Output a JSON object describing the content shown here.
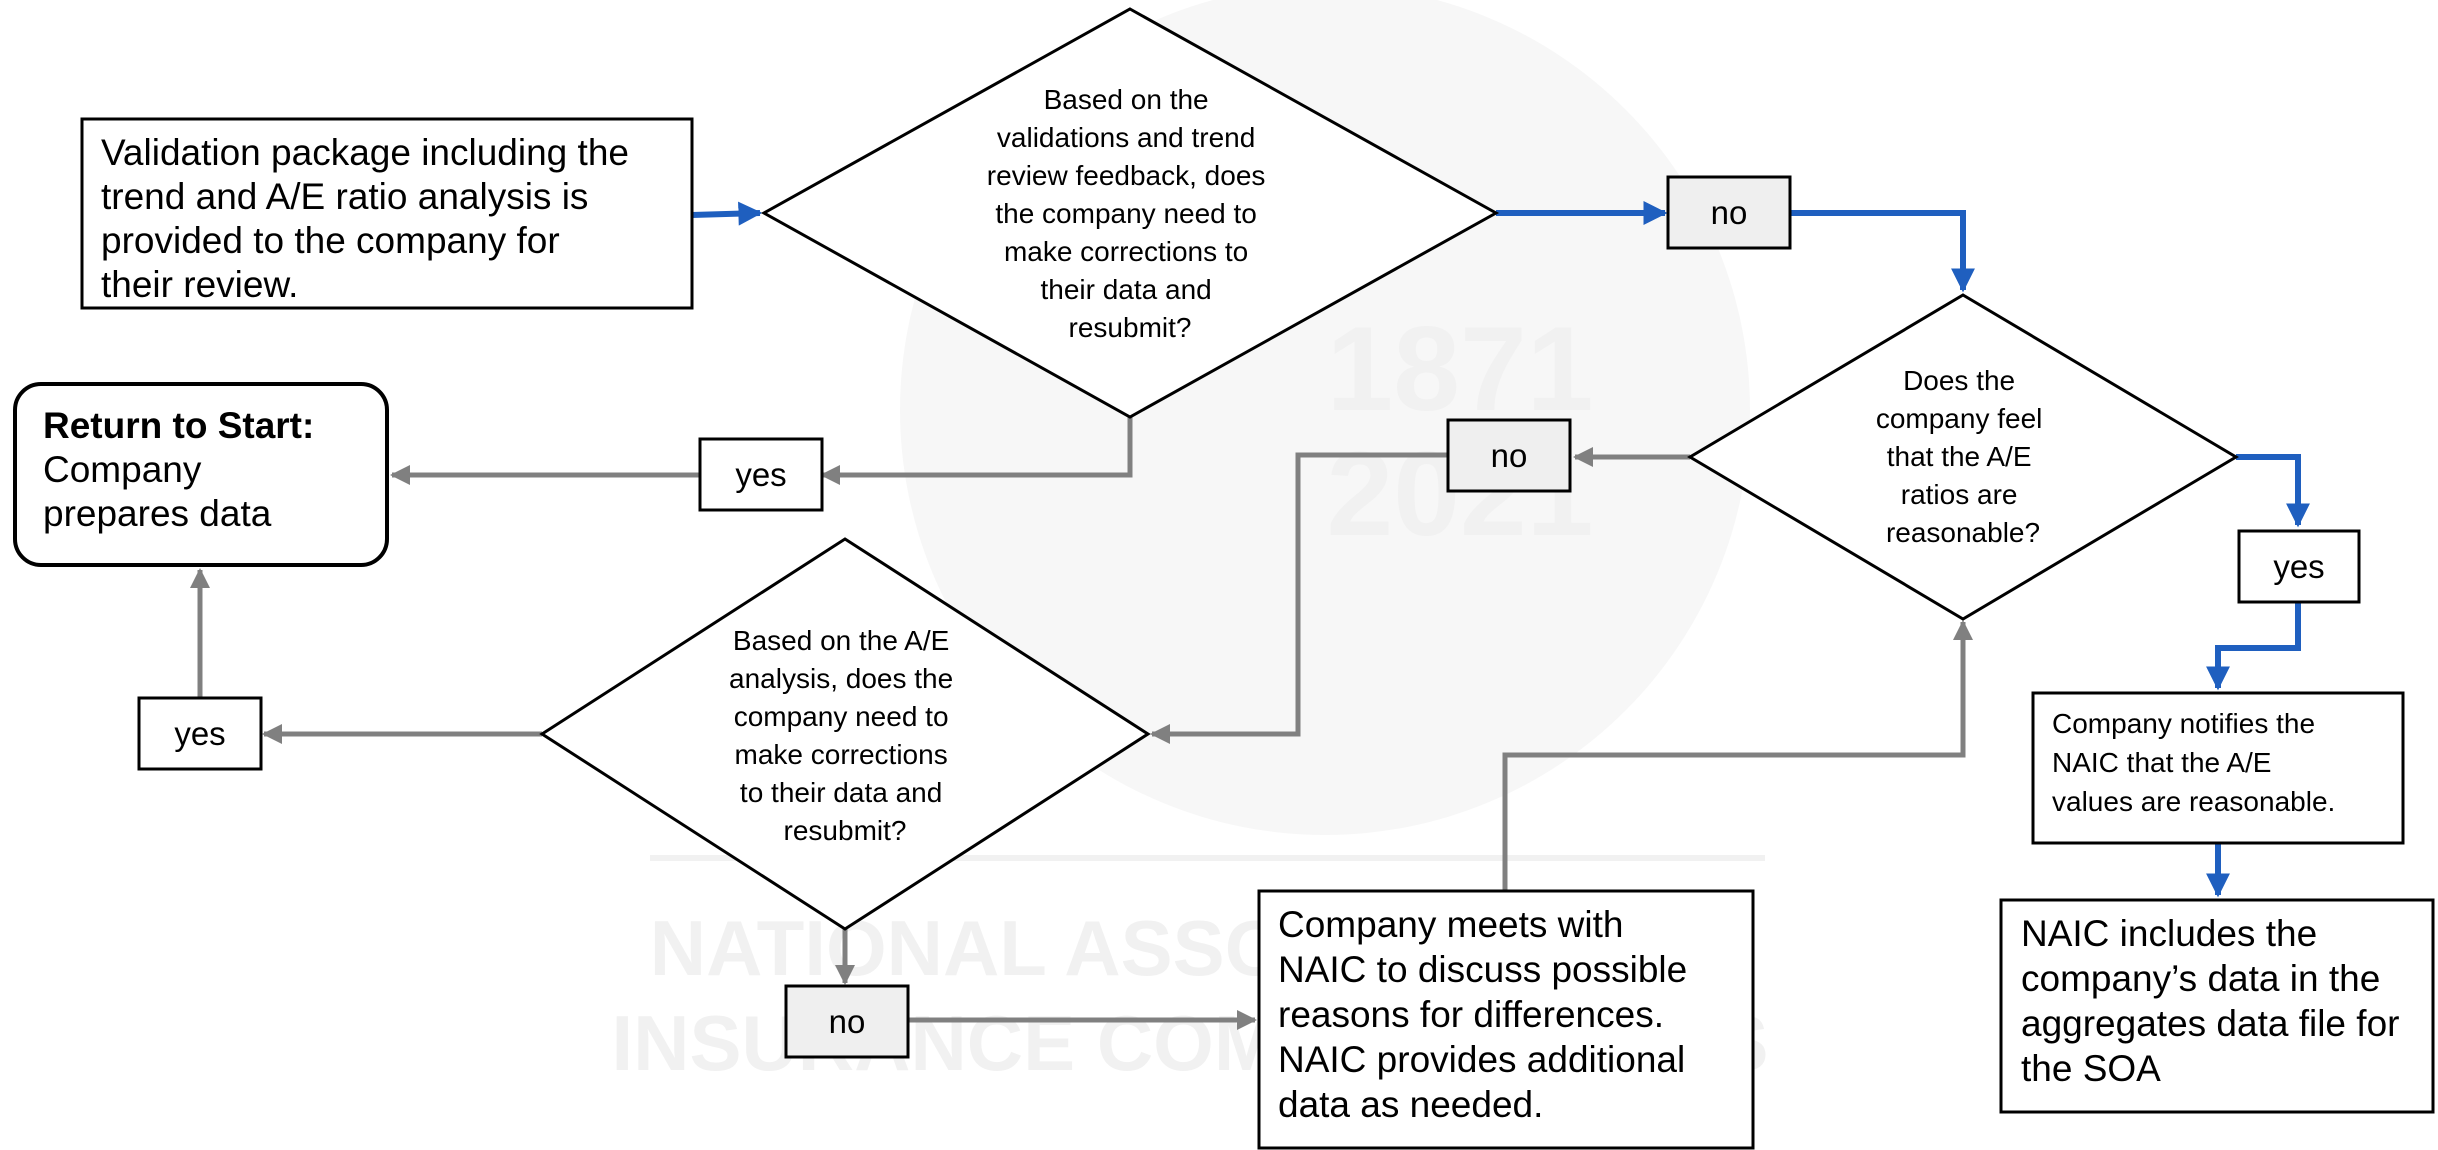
{
  "watermark": {
    "year_start": "1871",
    "year_end": "2021",
    "org_line1": "NATIONAL ASSOCIATION OF",
    "org_line2": "INSURANCE COMMISSIONERS"
  },
  "colors": {
    "blue_flow": "#1f5fbf",
    "gray_flow": "#808080",
    "label_box_fill": "#efefef",
    "watermark": "#f1f1f1"
  },
  "nodes": {
    "validation_package": {
      "lines": [
        "Validation package including the",
        "trend and A/E ratio analysis is",
        "provided to the company for",
        "their review."
      ]
    },
    "decision_corrections_trend": {
      "lines": [
        "Based on the",
        "validations and trend",
        "review feedback, does",
        "the company need to",
        "make corrections to",
        "their data and",
        "resubmit?"
      ]
    },
    "decision_ae_reasonable": {
      "lines": [
        "Does the",
        "company feel",
        "that the A/E",
        "ratios are",
        "reasonable?"
      ]
    },
    "decision_corrections_ae": {
      "lines": [
        "Based on the A/E",
        "analysis, does the",
        "company need to",
        "make corrections",
        "to their data and",
        "resubmit?"
      ]
    },
    "return_to_start": {
      "title": "Return to Start:",
      "lines": [
        "Company",
        "prepares data"
      ]
    },
    "company_notifies": {
      "lines": [
        "Company notifies the",
        "NAIC that the A/E",
        "values are reasonable."
      ]
    },
    "naic_includes": {
      "lines": [
        "NAIC includes the",
        "company’s data in the",
        "aggregates data file for",
        "the SOA"
      ]
    },
    "company_meets": {
      "lines": [
        "Company meets with",
        "NAIC to discuss possible",
        "reasons for differences.",
        "NAIC provides additional",
        "data as needed."
      ]
    }
  },
  "labels": {
    "no_top": "no",
    "yes_top": "yes",
    "yes_right": "yes",
    "no_middle": "no",
    "yes_left": "yes",
    "no_bottom": "no"
  }
}
